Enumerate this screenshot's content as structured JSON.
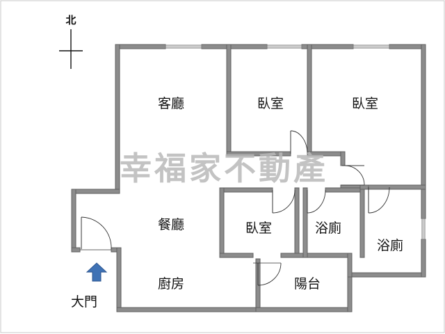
{
  "compass": {
    "north_label": "北"
  },
  "rooms": {
    "living_room": "客廳",
    "bedroom_top_middle": "臥室",
    "bedroom_top_right": "臥室",
    "dining_room": "餐廳",
    "bedroom_small": "臥室",
    "bathroom_middle": "浴廁",
    "bathroom_right": "浴廁",
    "kitchen": "廚房",
    "balcony": "陽台"
  },
  "entrance": {
    "label": "大門",
    "arrow_color": "#3f72b5"
  },
  "watermark": {
    "text": "幸福家不動產"
  },
  "colors": {
    "wall": "#8c8c8c",
    "background": "#ffffff",
    "outer_border": "#c8c8c8"
  }
}
